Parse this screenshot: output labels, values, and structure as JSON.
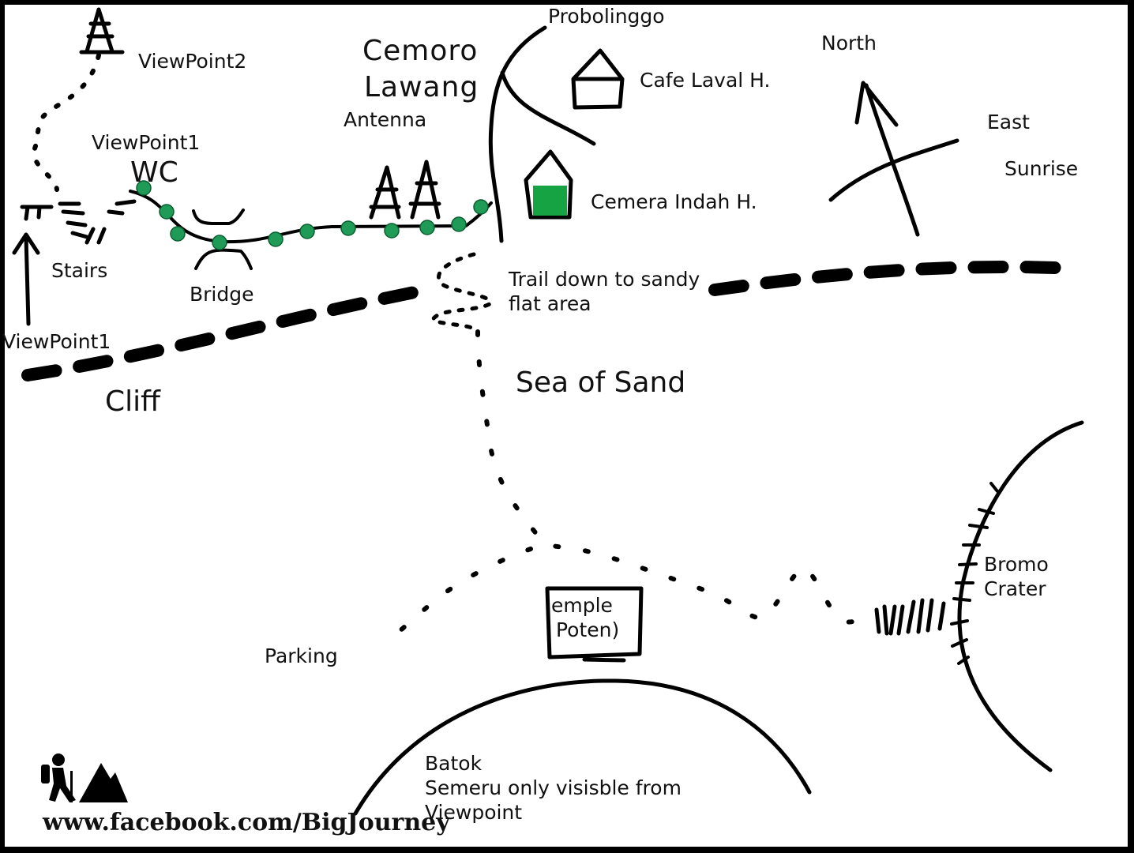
{
  "map": {
    "places": {
      "probolinggo": "Probolinggo",
      "cemoro_lawang_line1": "Cemoro",
      "cemoro_lawang_line2": "Lawang",
      "antenna": "Antenna",
      "viewpoint2": "ViewPoint2",
      "viewpoint1_upper": "ViewPoint1",
      "wc": "WC",
      "stairs": "Stairs",
      "bridge": "Bridge",
      "viewpoint1_lower": "ViewPoint1",
      "cliff": "Cliff",
      "cafe_lava": "Cafe Laval H.",
      "cemara_indah": "Cemera Indah H.",
      "trail_line1": "Trail down to sandy",
      "trail_line2": "flat area",
      "sea_of_sand": "Sea of Sand",
      "temple_line1": "emple",
      "temple_line2": "Poten)",
      "parking": "Parking",
      "bromo_line1": "Bromo",
      "bromo_line2": "Crater",
      "batok_line1": "Batok",
      "batok_line2": "Semeru only visisble from",
      "batok_line3": "Viewpoint"
    },
    "compass": {
      "north": "North",
      "east": "East",
      "sunrise": "Sunrise"
    },
    "footer": {
      "website": "www.facebook.com/BigJourney"
    },
    "colors": {
      "ink": "#000000",
      "route": "#1f9a57",
      "hotel_fill": "#15a344",
      "background": "#ffffff"
    },
    "icons": [
      "hiker-icon",
      "mountain-icon",
      "north-arrow-icon",
      "antenna-icon",
      "hotel-icon"
    ]
  }
}
